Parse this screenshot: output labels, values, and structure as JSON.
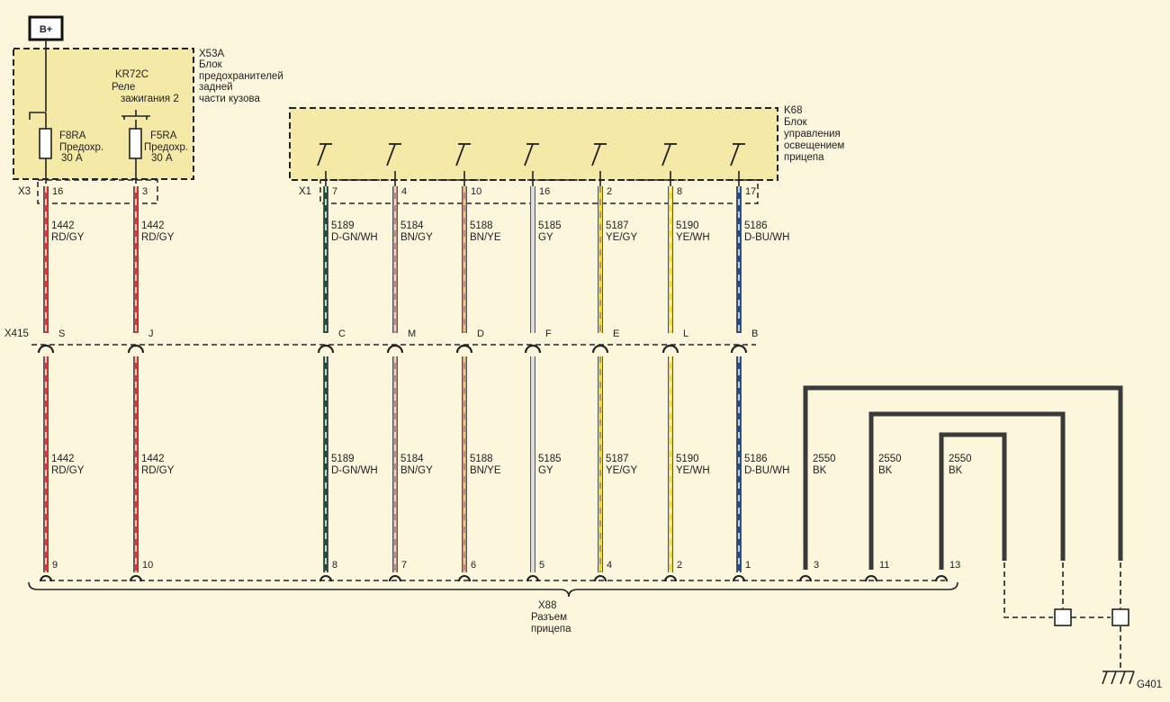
{
  "battery_label": "B+",
  "fuse_block": {
    "id": "X53A",
    "line1": "Блок",
    "line2": "предохранителей",
    "line3": "задней",
    "line4": "части кузова"
  },
  "relay": {
    "id": "KR72C",
    "line1": "Реле",
    "line2": "зажигания 2"
  },
  "fuse1": {
    "id": "F8RA",
    "line1": "Предохр.",
    "line2": "30 А"
  },
  "fuse2": {
    "id": "F5RA",
    "line1": "Предохр.",
    "line2": "30 А"
  },
  "module": {
    "id": "K68",
    "line1": "Блок",
    "line2": "управления",
    "line3": "освещением",
    "line4": "прицепа"
  },
  "connector_x3": "X3",
  "connector_x1": "X1",
  "connector_x415": "X415",
  "trailer_connector": {
    "id": "X88",
    "line1": "Разъем",
    "line2": "прицепа"
  },
  "ground": "G401",
  "wires": [
    {
      "top_pin": "16",
      "mid_pin": "S",
      "bottom_pin": "9",
      "circuit": "1442",
      "color_code": "RD/GY",
      "colors": [
        "#d6393b",
        "#efe9d8"
      ]
    },
    {
      "top_pin": "3",
      "mid_pin": "J",
      "bottom_pin": "10",
      "circuit": "1442",
      "color_code": "RD/GY",
      "colors": [
        "#d6393b",
        "#efe9d8"
      ]
    },
    {
      "top_pin": "7",
      "mid_pin": "C",
      "bottom_pin": "8",
      "circuit": "5189",
      "color_code": "D-GN/WH",
      "colors": [
        "#1f4f3c",
        "#f2f2ee"
      ]
    },
    {
      "top_pin": "4",
      "mid_pin": "M",
      "bottom_pin": "7",
      "circuit": "5184",
      "color_code": "BN/GY",
      "colors": [
        "#b98a80",
        "#f0ece0"
      ]
    },
    {
      "top_pin": "10",
      "mid_pin": "D",
      "bottom_pin": "6",
      "circuit": "5188",
      "color_code": "BN/YE",
      "colors": [
        "#c48a7e",
        "#f4e27a"
      ]
    },
    {
      "top_pin": "16",
      "mid_pin": "F",
      "bottom_pin": "5",
      "circuit": "5185",
      "color_code": "GY",
      "colors": [
        "#dedede",
        "#dedede"
      ]
    },
    {
      "top_pin": "2",
      "mid_pin": "E",
      "bottom_pin": "4",
      "circuit": "5187",
      "color_code": "YE/GY",
      "colors": [
        "#f1dc3c",
        "#8f8f8a"
      ]
    },
    {
      "top_pin": "8",
      "mid_pin": "L",
      "bottom_pin": "2",
      "circuit": "5190",
      "color_code": "YE/WH",
      "colors": [
        "#f2dc2e",
        "#fbf6dc"
      ]
    },
    {
      "top_pin": "17",
      "mid_pin": "B",
      "bottom_pin": "1",
      "circuit": "5186",
      "color_code": "D-BU/WH",
      "colors": [
        "#1f4d8c",
        "#f2f2ee"
      ]
    }
  ],
  "ground_wires": [
    {
      "bottom_pin": "3",
      "circuit": "2550",
      "color_code": "BK"
    },
    {
      "bottom_pin": "11",
      "circuit": "2550",
      "color_code": "BK"
    },
    {
      "bottom_pin": "13",
      "circuit": "2550",
      "color_code": "BK"
    }
  ],
  "colors": {
    "background": "#fbf6dc",
    "module_fill": "#f5e9a8",
    "ink": "#222222",
    "ground_wire": "#3a3a3a"
  }
}
